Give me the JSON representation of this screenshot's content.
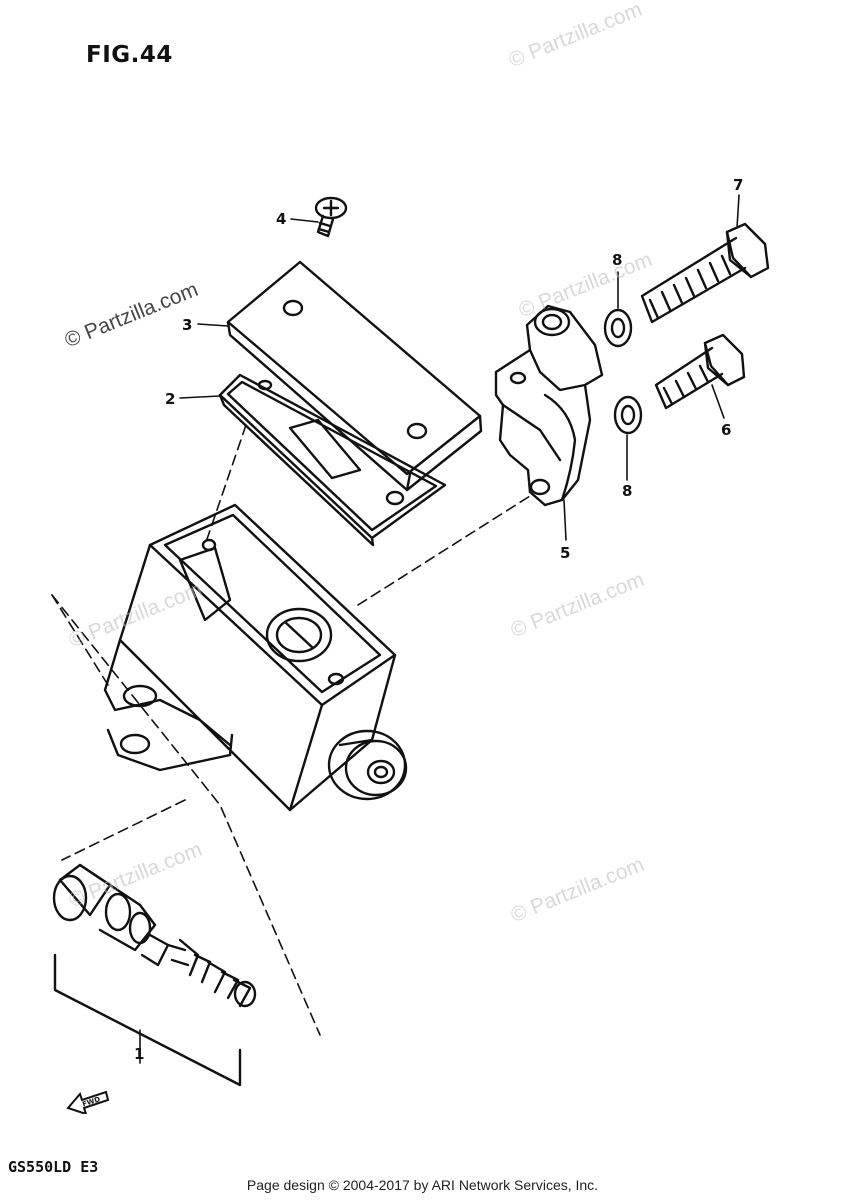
{
  "figure": {
    "title": "FIG.44",
    "model_code": "GS550LD E3"
  },
  "footer": {
    "copyright": "Page design © 2004-2017 by ARI Network Services, Inc."
  },
  "watermark": {
    "text": "© Partzilla.com"
  },
  "callouts": {
    "c1": "1",
    "c2": "2",
    "c3": "3",
    "c4": "4",
    "c5": "5",
    "c6": "6",
    "c7": "7",
    "c8a": "8",
    "c8b": "8"
  },
  "parts": {
    "p1": "piston-spring-kit",
    "p2": "reservoir-diaphragm",
    "p3": "reservoir-cap",
    "p4": "cap-screw",
    "p5": "clamp-holder",
    "p6": "short-bolt",
    "p7": "long-bolt",
    "p8": "washer"
  },
  "colors": {
    "ink": "#111111",
    "watermark": "#b9b9b9"
  }
}
